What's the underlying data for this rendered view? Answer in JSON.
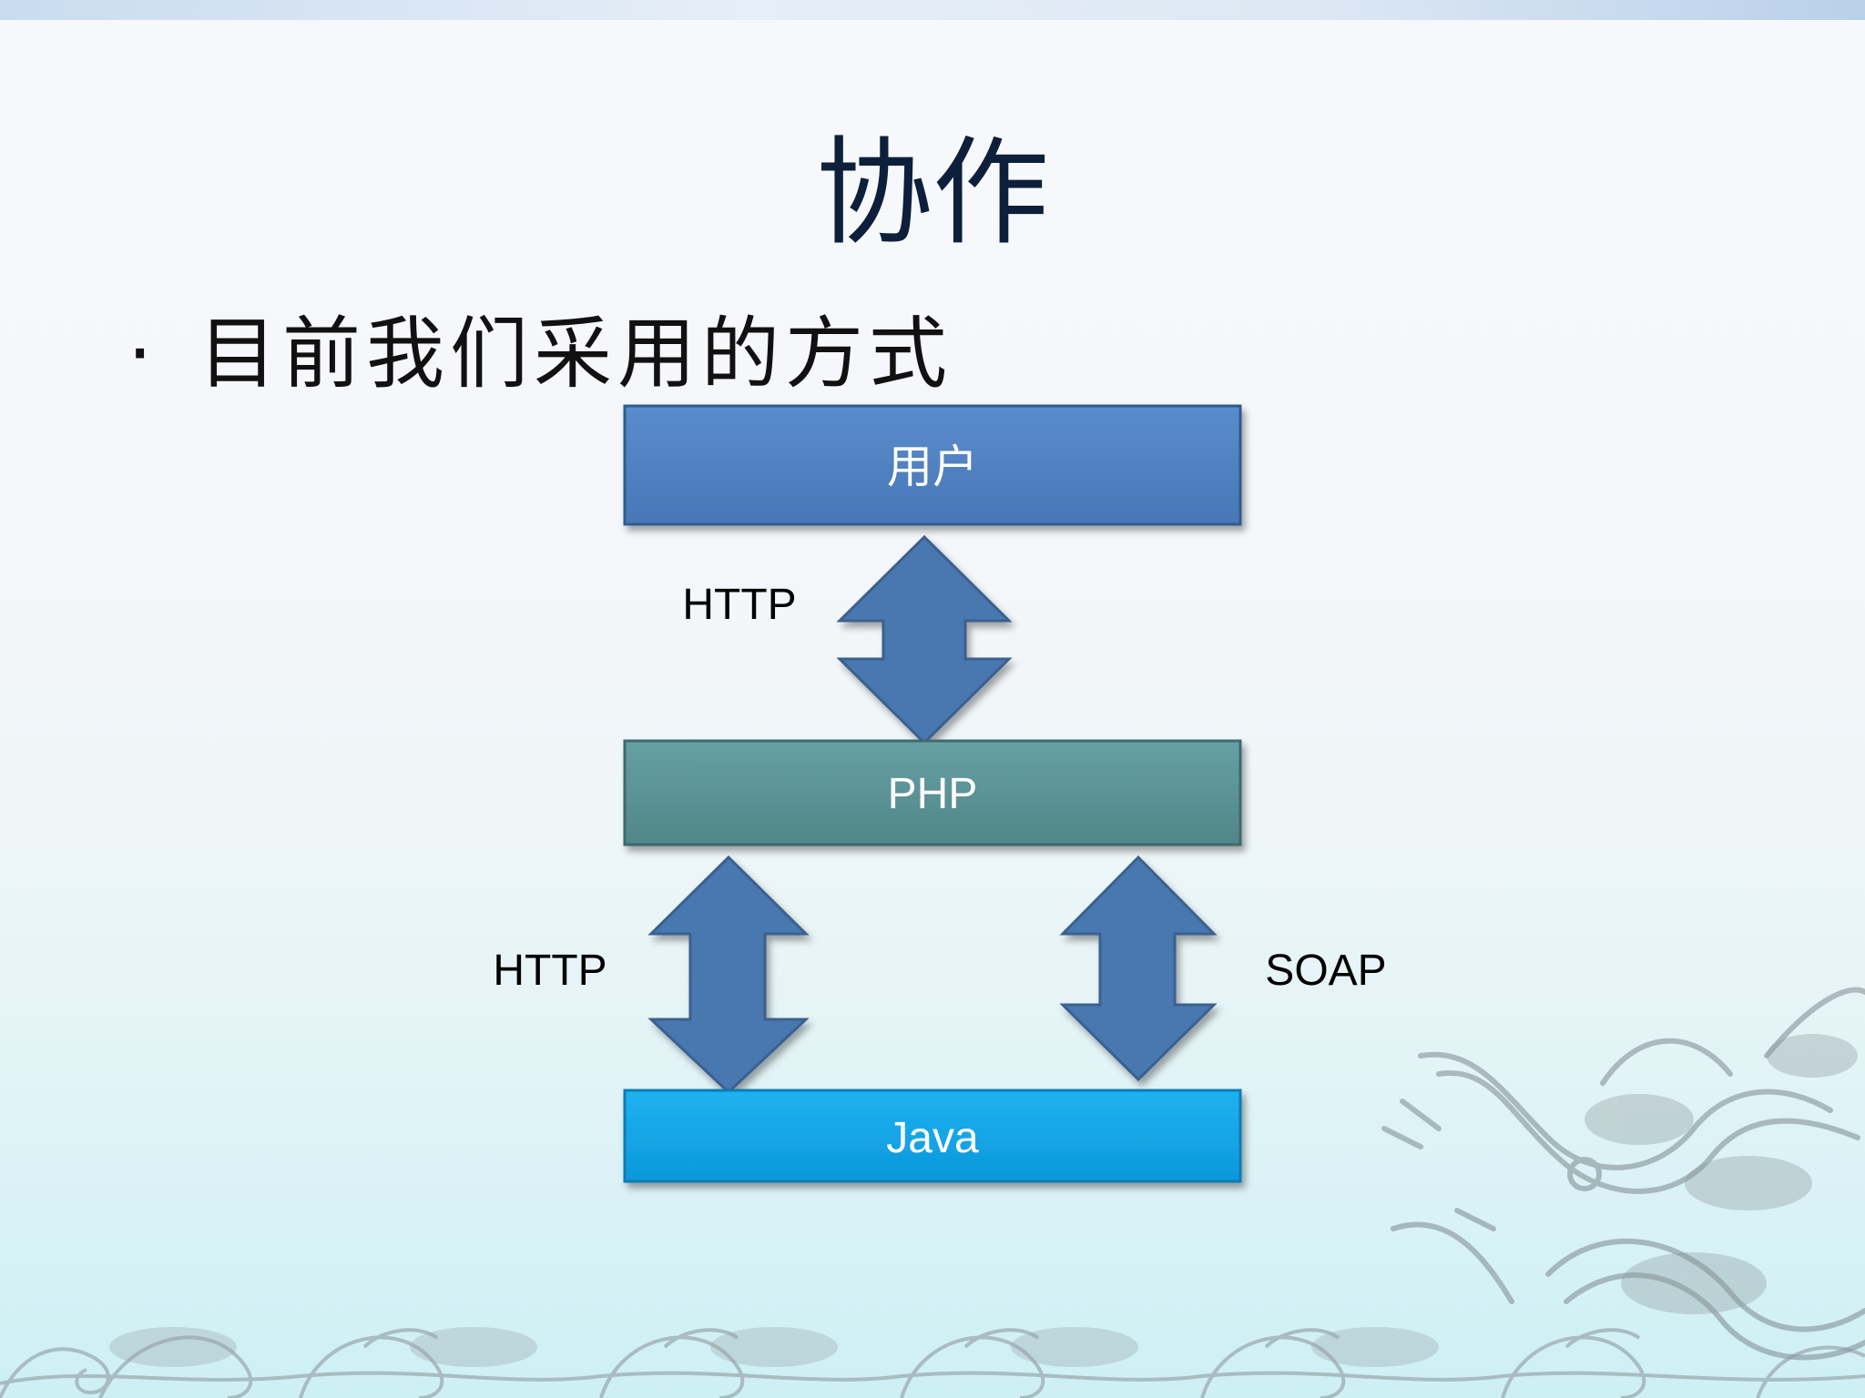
{
  "title": "协作",
  "bullet": {
    "marker": "·",
    "text": "目前我们采用的方式"
  },
  "nodes": {
    "user": "用户",
    "php": "PHP",
    "java": "Java"
  },
  "connections": {
    "user_php": "HTTP",
    "php_java_left": "HTTP",
    "php_java_right": "SOAP"
  },
  "colors": {
    "user": "#4f81bd",
    "php": "#5b9094",
    "java": "#10a6e8",
    "arrow": "#4a78b0",
    "arrow_stroke": "#3a6190",
    "title": "#0d1f3a"
  }
}
